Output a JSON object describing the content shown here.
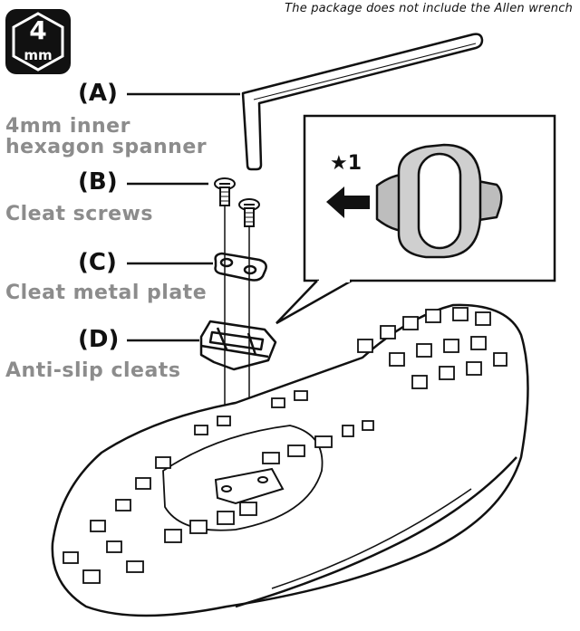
{
  "note": "The package does not include the Allen wrench",
  "badge": {
    "value": "4",
    "unit": "mm"
  },
  "labels": [
    {
      "letter": "(A)",
      "text": "4mm inner hexagon spanner"
    },
    {
      "letter": "(B)",
      "text": "Cleat screws"
    },
    {
      "letter": "(C)",
      "text": "Cleat metal plate"
    },
    {
      "letter": "(D)",
      "text": "Anti-slip cleats"
    }
  ],
  "callout": {
    "marker": "★1"
  }
}
